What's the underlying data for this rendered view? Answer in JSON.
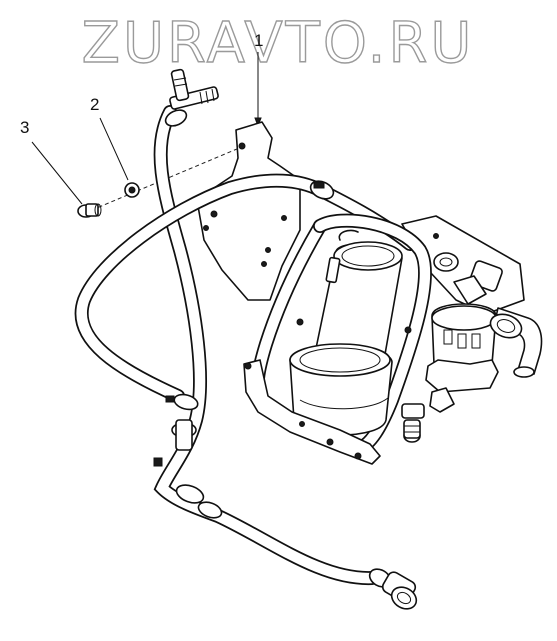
{
  "watermark": {
    "text": "ZURAVTO.RU"
  },
  "callouts": [
    {
      "label": "1"
    },
    {
      "label": "2"
    },
    {
      "label": "3"
    }
  ]
}
